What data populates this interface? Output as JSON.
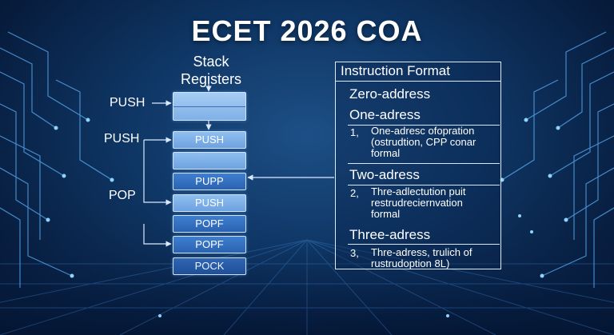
{
  "title": "ECET 2026 COA",
  "stack": {
    "heading_line1": "Stack",
    "heading_line2": "Registers",
    "side_labels": [
      "PUSH",
      "PUSH",
      "POP"
    ],
    "cells": [
      "",
      "PUSH",
      "",
      "PUPP",
      "PUSH",
      "POPF",
      "POPF",
      "POCK"
    ]
  },
  "format": {
    "title": "Instruction Format",
    "zero": "Zero-address",
    "one": "One-adress",
    "one_num": "1,",
    "one_text_1": "One-adresc ofopration",
    "one_text_2": "(ostrudtion, CPP conar",
    "one_text_3": "formal",
    "two": "Two-adress",
    "two_num": "2,",
    "two_text_1": "Thre-adlectution puit",
    "two_text_2": "restrudreciernvation",
    "two_text_3": "formal",
    "three": "Three-adress",
    "three_num": "3,",
    "three_text_1": "Thre-adress, trulich of",
    "three_text_2": "rustrudoption 8L)"
  },
  "colors": {
    "background": "#0f3766",
    "cell_blue": "#2a63b0",
    "cell_light": "#8fbff0",
    "accent_glow": "#5fb6ff"
  }
}
